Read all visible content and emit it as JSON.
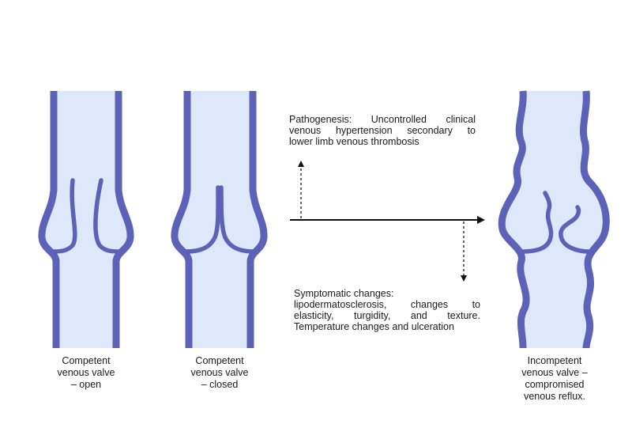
{
  "colors": {
    "vein_wall": "#5b62b8",
    "vein_wall_edge": "#3c428f",
    "lumen": "#dde9fa",
    "arrow": "#111111"
  },
  "panels": [
    {
      "caption_lines": [
        "Competent",
        "venous valve",
        "– open"
      ]
    },
    {
      "caption_lines": [
        "Competent",
        "venous valve",
        "– closed"
      ]
    },
    {
      "caption_lines": [
        "Incompetent",
        "venous valve –",
        "compromised",
        "venous reflux."
      ]
    }
  ],
  "pathogenesis": {
    "lines": [
      "Pathogenesis: Uncontrolled clinical",
      "venous hypertension secondary to",
      "lower limb venous thrombosis"
    ]
  },
  "symptoms": {
    "lines": [
      "Symptomatic changes:",
      "lipodermatosclerosis, changes to",
      "elasticity, turgidity, and texture.",
      "Temperature changes and ulceration"
    ]
  }
}
